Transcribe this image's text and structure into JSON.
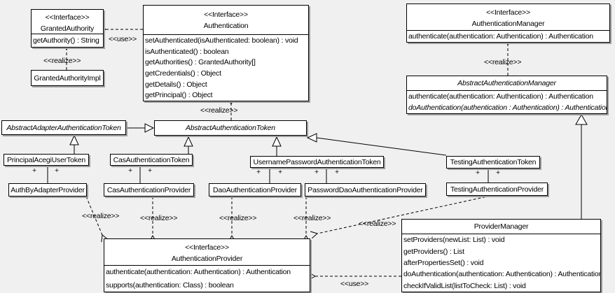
{
  "colors": {
    "background": "#f0f0f0",
    "box_fill": "#ffffff",
    "border": "#000000",
    "shadow": "#9e9e9e"
  },
  "labels": {
    "use": "<<use>>",
    "realize": "<<realize>>",
    "plus": "+"
  },
  "classes": {
    "granted_authority": {
      "stereotype": "<<Interface>>",
      "name": "GrantedAuthority",
      "methods": [
        "getAuthority() : String"
      ]
    },
    "granted_authority_impl": {
      "name": "GrantedAuthorityImpl"
    },
    "authentication": {
      "stereotype": "<<Interface>>",
      "name": "Authentication",
      "methods": [
        "setAuthenticated(isAuthenticated: boolean) : void",
        "isAuthenticated() : boolean",
        "getAuthorities() : GrantedAuthority[]",
        "getCredentials() : Object",
        "getDetails() : Object",
        "getPrincipal() : Object"
      ]
    },
    "authentication_manager": {
      "stereotype": "<<Interface>>",
      "name": "AuthenticationManager",
      "methods": [
        "authenticate(authentication: Authentication) : Authentication"
      ]
    },
    "abstract_authentication_manager": {
      "name": "AbstractAuthenticationManager",
      "methods": [
        "authenticate(authentication: Authentication) : Authentication",
        "doAuthentication(authentication : Authentication) : Authentication"
      ]
    },
    "abstract_adapter_authentication_token": {
      "name": "AbstractAdapterAuthenticationToken"
    },
    "abstract_authentication_token": {
      "name": "AbstractAuthenticationToken"
    },
    "principal_acegi_user_token": {
      "name": "PrincipalAcegiUserToken"
    },
    "cas_authentication_token": {
      "name": "CasAuthenticationToken"
    },
    "username_password_authentication_token": {
      "name": "UsernamePasswordAuthenticationToken"
    },
    "testing_authentication_token": {
      "name": "TestingAuthenticationToken"
    },
    "auth_by_adapter_provider": {
      "name": "AuthByAdapterProvider"
    },
    "cas_authentication_provider": {
      "name": "CasAuthenticationProvider"
    },
    "dao_authentication_provider": {
      "name": "DaoAuthenticationProvider"
    },
    "password_dao_authentication_provider": {
      "name": "PasswordDaoAuthenticationProvider"
    },
    "testing_authentication_provider": {
      "name": "TestingAuthenticationProvider"
    },
    "authentication_provider": {
      "stereotype": "<<Interface>>",
      "name": "AuthenticationProvider",
      "methods": [
        "authenticate(authentication: Authentication) : Authentication",
        "supports(authentication: Class) : boolean"
      ]
    },
    "provider_manager": {
      "name": "ProviderManager",
      "methods": [
        "setProviders(newList: List) : void",
        "getProviders() : List",
        "afterPropertiesSet() : void",
        "doAuthentication(authentication: Authentication) : Authentication",
        "checkIfValidList(listToCheck: List) : void"
      ]
    }
  }
}
